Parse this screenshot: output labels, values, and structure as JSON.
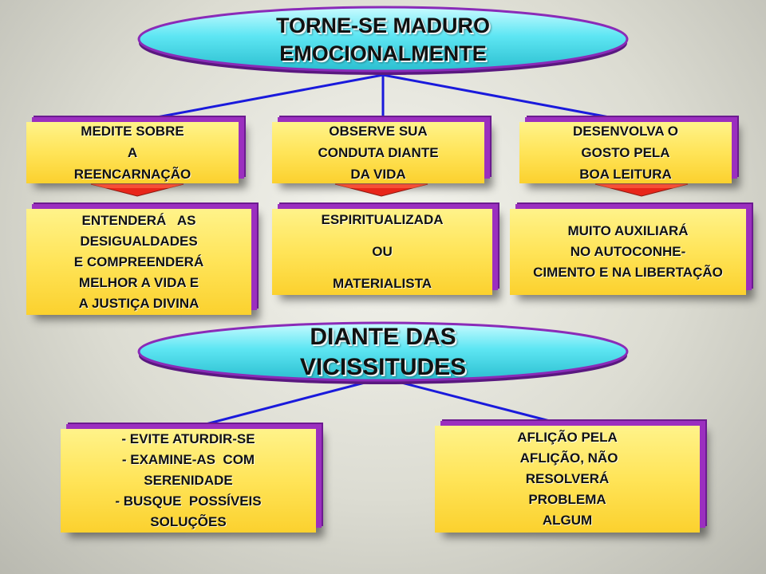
{
  "title": [
    "TORNE-SE MADURO",
    "EMOCIONALMENTE"
  ],
  "top_boxes": [
    [
      "MEDITE SOBRE",
      "A",
      "REENCARNAÇÃO"
    ],
    [
      "OBSERVE SUA",
      "CONDUTA DIANTE",
      "DA VIDA"
    ],
    [
      "DESENVOLVA O",
      "GOSTO PELA",
      "BOA LEITURA"
    ]
  ],
  "result_boxes": [
    [
      "ENTENDERÁ   AS",
      "DESIGUALDADES",
      "E COMPREENDERÁ",
      "MELHOR A VIDA E",
      "A JUSTIÇA DIVINA"
    ],
    [
      "ESPIRITUALIZADA",
      "OU",
      "MATERIALISTA"
    ],
    [
      "MUITO AUXILIARÁ",
      "NO AUTOCONHE-",
      "CIMENTO E NA LIBERTAÇÃO"
    ]
  ],
  "subtitle": [
    "DIANTE DAS",
    "VICISSITUDES"
  ],
  "bottom_boxes": [
    [
      "- EVITE ATURDIR-SE",
      "- EXAMINE-AS  COM",
      "SERENIDADE",
      "- BUSQUE  POSSÍVEIS",
      "SOLUÇÕES"
    ],
    [
      "AFLIÇÃO PELA",
      " AFLIÇÃO, NÃO",
      "RESOLVERÁ",
      "PROBLEMA",
      "ALGUM"
    ]
  ],
  "colors": {
    "ellipse_fill": "#5ee6f3",
    "ellipse_border": "#8a2bb8",
    "box_fill": "#ffe458",
    "connector": "#1a1adc",
    "arrow": "#e8261a"
  }
}
